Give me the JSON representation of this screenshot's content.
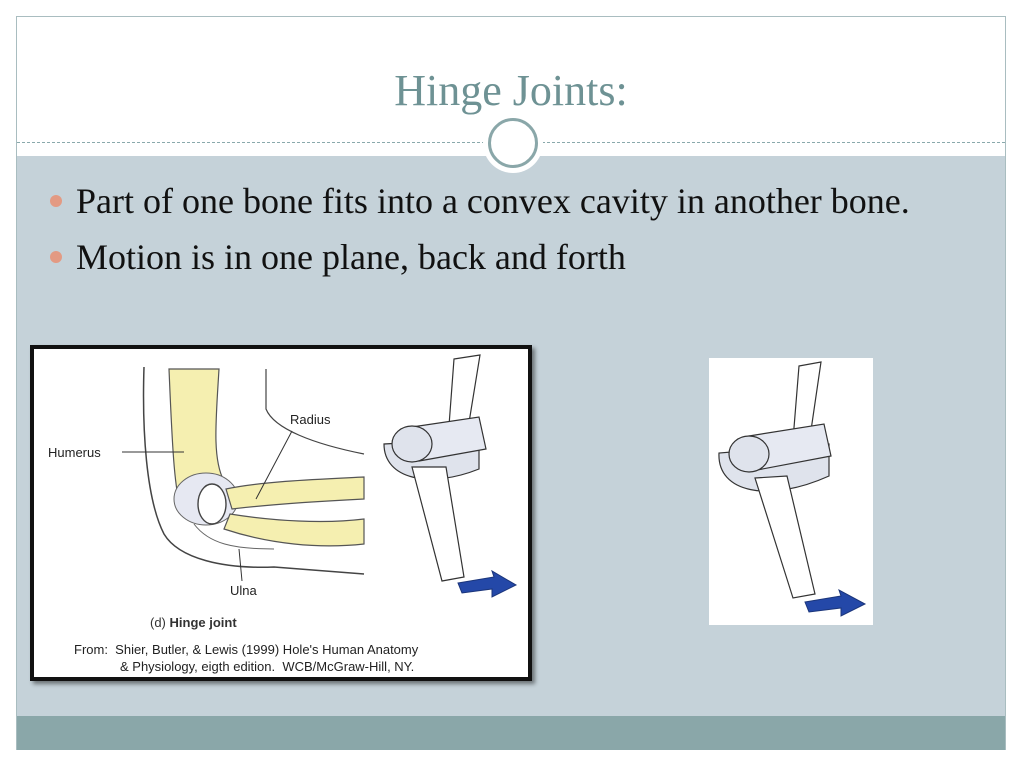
{
  "slide": {
    "title": "Hinge Joints:",
    "bullets": [
      "Part of one bone fits into a convex cavity in another bone.",
      "Motion is in one plane, back and forth"
    ]
  },
  "figure": {
    "labels": {
      "humerus": "Humerus",
      "radius": "Radius",
      "ulna": "Ulna"
    },
    "subtitle_prefix": "(d)",
    "subtitle": "Hinge joint",
    "caption_line1": "From:  Shier, Butler, & Lewis (1999) Hole's Human Anatomy",
    "caption_line2": "& Physiology, eigth edition.  WCB/McGraw-Hill, NY."
  },
  "colors": {
    "title": "#6e9294",
    "content_bg": "#c5d2d9",
    "bottom_bar": "#8aa7a9",
    "bullet": "#e39a83",
    "bone_fill": "#f5efb0",
    "arrow": "#2448a8"
  }
}
